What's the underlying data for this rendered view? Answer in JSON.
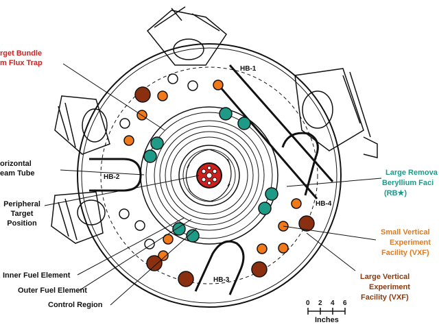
{
  "labels": {
    "target_bundle_line1": "rget Bundle",
    "target_bundle_line2": "m Flux Trap",
    "horizontal_line1": "orizontal",
    "horizontal_line2": "eam Tube",
    "peripheral_line1": "Peripheral",
    "peripheral_line2": "Target",
    "peripheral_line3": "Position",
    "inner_fuel": "Inner Fuel Element",
    "outer_fuel": "Outer Fuel Element",
    "control_region": "Control Region",
    "rb_line1": "Large Remova",
    "rb_line2": "Beryllium Faci",
    "rb_line3": "(RB★)",
    "svxf_line1": "Small Vertical",
    "svxf_line2": "Experiment",
    "svxf_line3": "Facility (VXF)",
    "lvxf_line1": "Large Vertical",
    "lvxf_line2": "Experiment",
    "lvxf_line3": "Facility (VXF)"
  },
  "beam_tubes": {
    "hb1": "HB-1",
    "hb2": "HB-2",
    "hb3": "HB-3",
    "hb4": "HB-4"
  },
  "scale": {
    "ticks": [
      "0",
      "2",
      "4",
      "6"
    ],
    "unit": "Inches"
  },
  "colors": {
    "flux_trap_red": "#d0201e",
    "rb_teal": "#1f9a86",
    "small_vxf_orange": "#f07a1a",
    "large_vxf_brown": "#8a3010",
    "outline_black": "#111111"
  }
}
